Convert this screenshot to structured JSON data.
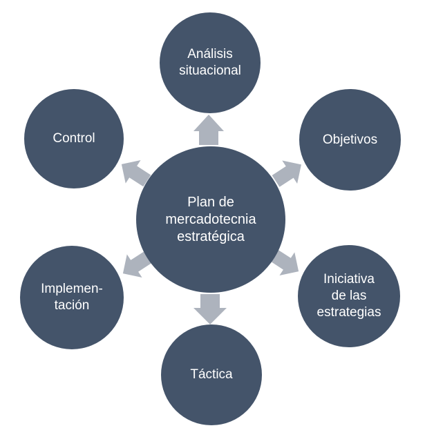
{
  "colors": {
    "node_fill": "#44546a",
    "node_text": "#ffffff",
    "arrow_fill": "#adb3bd",
    "background": "#ffffff"
  },
  "diagram": {
    "center": {
      "label": "Plan de\nmercadotecnia\nestratégica"
    },
    "satellites": {
      "analisis": {
        "label": "Análisis\nsituacional"
      },
      "objetivos": {
        "label": "Objetivos"
      },
      "iniciativa": {
        "label": "Iniciativa\nde las\nestrategias"
      },
      "tactica": {
        "label": "Táctica"
      },
      "implementacion": {
        "label": "Implemen-\ntación"
      },
      "control": {
        "label": "Control"
      }
    }
  }
}
